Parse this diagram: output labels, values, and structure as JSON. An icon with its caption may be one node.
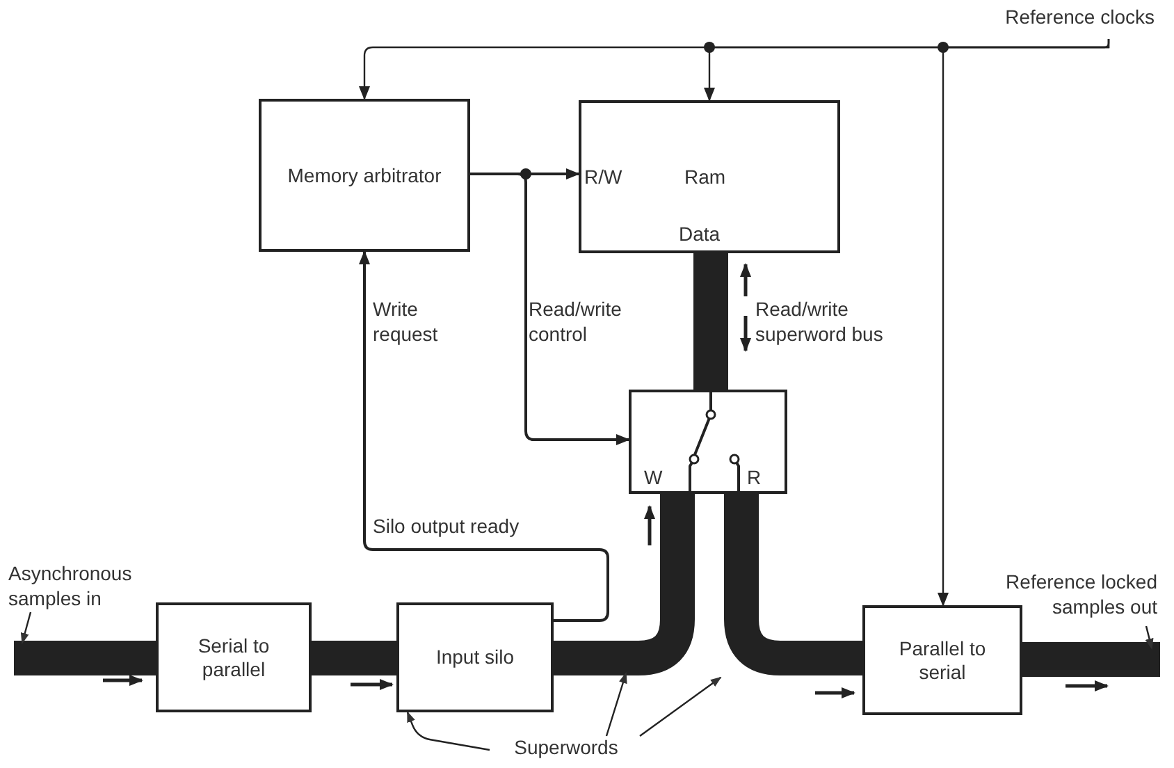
{
  "diagram": {
    "nodes": [
      {
        "text": [
          "Reference clocks"
        ]
      },
      {
        "text": [
          "Memory arbitrator"
        ]
      },
      {
        "text": [
          "R/W",
          "Ram",
          "Data"
        ]
      },
      {
        "text": [
          "W",
          "R"
        ]
      },
      {
        "text": [
          "Asynchronous samples in"
        ]
      },
      {
        "text": [
          "Reference locked samples out"
        ]
      },
      {
        "text": [
          "Serial to parallel"
        ]
      },
      {
        "text": [
          "Input silo"
        ]
      },
      {
        "text": [
          "Parallel to serial"
        ]
      },
      {
        "text": [
          "Superwords"
        ]
      }
    ],
    "edges": [
      {
        "from": 0,
        "to": 1,
        "arrow": "to"
      },
      {
        "from": 0,
        "to": 2,
        "arrow": "to"
      },
      {
        "from": 0,
        "to": 8,
        "arrow": "to"
      },
      {
        "from": 1,
        "to": 2,
        "arrow": "to"
      },
      {
        "from": 1,
        "to": 3,
        "arrow": "to"
      },
      {
        "from": 7,
        "to": 1,
        "arrow": "to"
      },
      {
        "from": 2,
        "to": 3,
        "arrow": "none",
        "style": "thick"
      },
      {
        "from": null,
        "to": 6,
        "arrow": "none",
        "style": "thick"
      },
      {
        "from": 6,
        "to": 7,
        "arrow": "none",
        "style": "thick"
      },
      {
        "from": 7,
        "to": 3,
        "arrow": "none",
        "style": "thick"
      },
      {
        "from": 3,
        "to": 8,
        "arrow": "none",
        "style": "thick"
      },
      {
        "from": 8,
        "to": null,
        "arrow": "none",
        "style": "thick"
      },
      {
        "from": 4,
        "to": null,
        "arrow": "to"
      },
      {
        "from": 5,
        "to": null,
        "arrow": "to"
      },
      {
        "from": 9,
        "to": 7,
        "arrow": "to"
      },
      {
        "from": 9,
        "to": null,
        "arrow": "to"
      },
      {
        "from": 9,
        "to": null,
        "arrow": "to"
      }
    ],
    "labels": [
      "Write request",
      "Read/write control",
      "Read/write superword bus",
      "Silo output ready"
    ]
  }
}
